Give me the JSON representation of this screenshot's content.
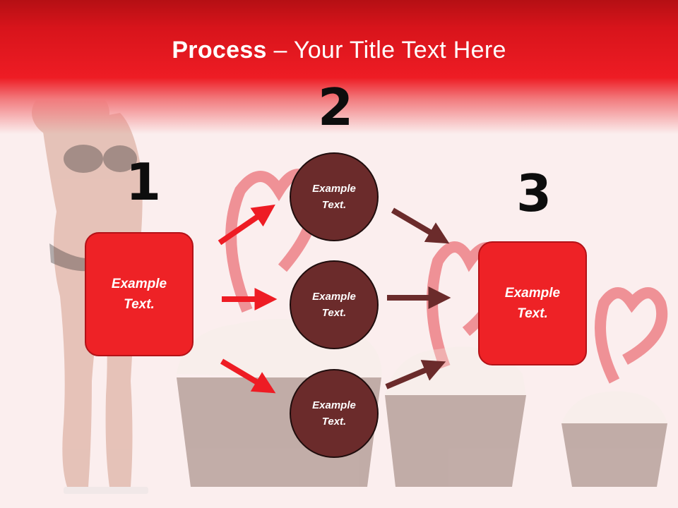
{
  "slide": {
    "title_bold": "Process",
    "title_rest": " – Your Title Text Here"
  },
  "steps": {
    "step1_number": "1",
    "step2_number": "2",
    "step3_number": "3"
  },
  "nodes": {
    "left_box": "Example\nText.",
    "circle_top": "Example\nText.",
    "circle_middle": "Example\nText.",
    "circle_bottom": "Example\nText.",
    "right_box": "Example\nText."
  },
  "colors": {
    "title_band": "#ee1c24",
    "box_fill": "#ee2226",
    "circle_fill": "#6b2b2b",
    "arrow_red": "#ee1c24",
    "arrow_brown": "#6b2b2b"
  }
}
